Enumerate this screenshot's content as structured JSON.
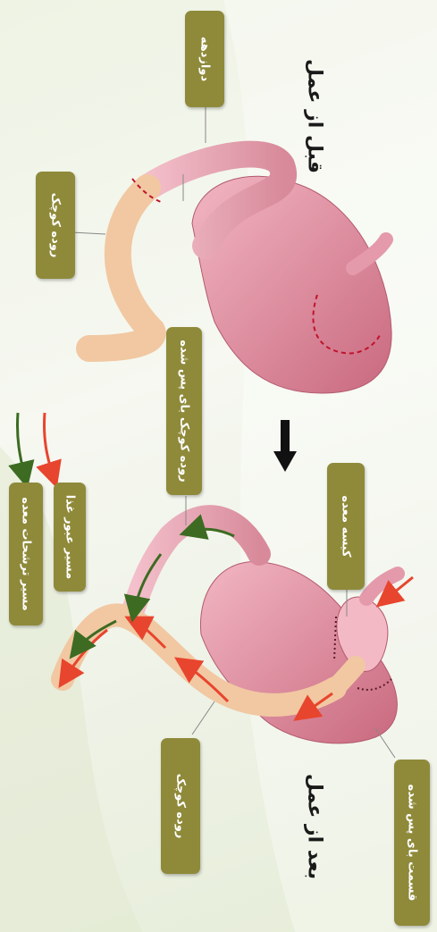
{
  "headings": {
    "before": "قبل از عمل",
    "after": "بعد از عمل"
  },
  "labels": {
    "duodenum": "دوازدهه",
    "small_intestine_top": "روده کوچک",
    "bypassed_intestine": "روده کوچک بای پس شده",
    "gastric_pouch": "کیسه معده",
    "small_intestine_bottom": "روده کوچک",
    "bypassed_stomach": "قسمت بای پس شده"
  },
  "legend": {
    "food_path": "مسیر عبور غذا",
    "secretion_path": "مسیر ترشحات معده"
  },
  "colors": {
    "label_bg": "#8f8a3a",
    "food_arrow": "#e8452e",
    "secretion_arrow": "#3d6b22",
    "stomach": "#d98a9c",
    "intestine": "#f1c8a2"
  }
}
